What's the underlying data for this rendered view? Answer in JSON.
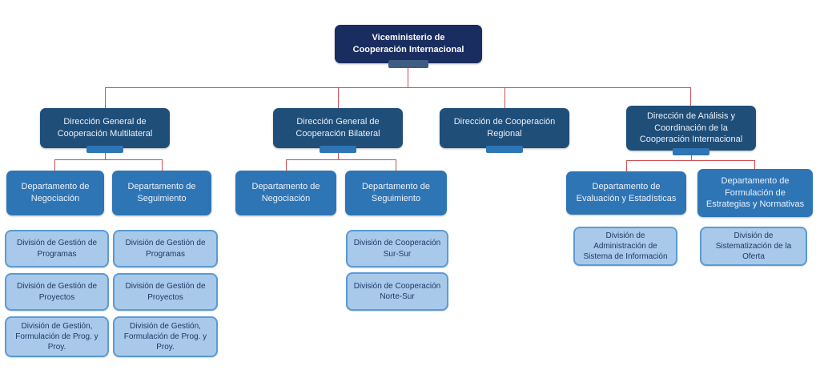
{
  "colors": {
    "root_fill": "#1A2D61",
    "root_tab": "#3E5C84",
    "directorate_fill": "#1F4E79",
    "directorate_tab": "#2E75B6",
    "department_fill": "#2E75B6",
    "division_fill": "#A9C9EA",
    "division_border": "#5B9BD5",
    "division_text": "#1F3864",
    "connector_line": "#D04F4F",
    "node_text": "#FFFFFF",
    "background": "#FFFFFF"
  },
  "org_chart": {
    "type": "organizational-chart",
    "root": {
      "label": "Viceministerio de Cooperación Internacional"
    },
    "directorates": [
      {
        "label": "Dirección General de Cooperación Multilateral"
      },
      {
        "label": "Dirección General de Cooperación Bilateral"
      },
      {
        "label": "Dirección de Cooperación Regional"
      },
      {
        "label": "Dirección de Análisis y Coordinación de la Cooperación Internacional"
      }
    ],
    "departments": [
      {
        "label": "Departamento de Negociación",
        "parent": "Dirección General de Cooperación Multilateral"
      },
      {
        "label": "Departamento de Seguimiento",
        "parent": "Dirección General de Cooperación Multilateral"
      },
      {
        "label": "Departamento de Negociación",
        "parent": "Dirección General de Cooperación Bilateral"
      },
      {
        "label": "Departamento de Seguimiento",
        "parent": "Dirección General de Cooperación Bilateral"
      },
      {
        "label": "Departamento de Evaluación y Estadísticas",
        "parent": "Dirección de Análisis y Coordinación de la Cooperación Internacional"
      },
      {
        "label": "Departamento de Formulación de Estrategias y Normativas",
        "parent": "Dirección de Análisis y Coordinación de la Cooperación Internacional"
      }
    ],
    "divisions": [
      {
        "label": "División de Gestión de Programas",
        "parent": "Departamento de Negociación (Multilateral)"
      },
      {
        "label": "División de Gestión de Proyectos",
        "parent": "Departamento de Negociación (Multilateral)"
      },
      {
        "label": "División de Gestión, Formulación de Prog. y Proy.",
        "parent": "Departamento de Negociación (Multilateral)"
      },
      {
        "label": "División de Gestión de Programas",
        "parent": "Departamento de Seguimiento (Multilateral)"
      },
      {
        "label": "División de Gestión de Proyectos",
        "parent": "Departamento de Seguimiento (Multilateral)"
      },
      {
        "label": "División de Gestión, Formulación de Prog. y Proy.",
        "parent": "Departamento de Seguimiento (Multilateral)"
      },
      {
        "label": "División de Cooperación Sur-Sur",
        "parent": "Departamento de Seguimiento (Bilateral)"
      },
      {
        "label": "División de Cooperación Norte-Sur",
        "parent": "Departamento de Seguimiento (Bilateral)"
      },
      {
        "label": "División de Administración de Sistema de Información",
        "parent": "Departamento de Evaluación y Estadísticas"
      },
      {
        "label": "División de Sistematización de la Oferta",
        "parent": "Departamento de Formulación de Estrategias y Normativas"
      }
    ]
  }
}
